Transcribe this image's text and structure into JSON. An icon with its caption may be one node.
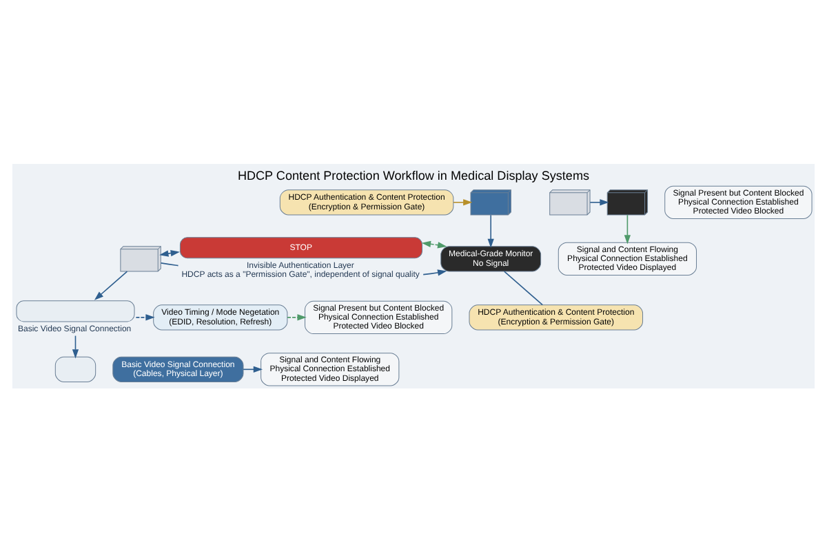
{
  "diagram": {
    "title": "HDCP Content Protection Workflow in Medical Display Systems",
    "nodes": [
      {
        "text": [],
        "shape": "picture"
      },
      {
        "text": [
          "HDCP Authentication & Content Protection",
          "(Encryption & Permission Gate)"
        ]
      },
      {
        "text": [],
        "shape": "picture"
      },
      {
        "text": [
          "STOP"
        ],
        "beside": [
          "Invisible Authentication Layer",
          "HDCP acts as a \"Permission Gate\", independent of signal quality"
        ]
      },
      {
        "text": [
          "Medical-Grade Monitor",
          "No Signal"
        ]
      },
      {
        "text": [
          "HDCP Authentication & Content Protection",
          "(Encryption & Permission Gate)"
        ]
      },
      {
        "text": [],
        "shape": "box",
        "beside": [
          "Basic Video Signal Connection"
        ]
      },
      {
        "text": [
          "Video Timing / Mode Negetation",
          "(EDID, Resolution, Refresh)"
        ]
      },
      {
        "text": [
          "Signal Present but Content Blocked",
          "Physical Connection Established",
          "Protected Video Blocked"
        ]
      },
      {
        "text": [],
        "shape": "box"
      },
      {
        "text": [
          "Basic Video Signal Connection",
          "(Cables, Physical Layer)"
        ]
      },
      {
        "text": [
          "Signal and Content Flowing",
          "Physical Connection Established",
          "Protected Video Displayed"
        ]
      },
      {
        "text": [],
        "shape": "picture"
      },
      {
        "text": [],
        "shape": "picture"
      },
      {
        "text": [
          "Signal Present but Content Blocked",
          "Physical Connection Established",
          "Protected Video Blocked"
        ]
      },
      {
        "text": [
          "Signal and Content Flowing",
          "Physical Connection Established",
          "Protected Video Displayed"
        ]
      }
    ],
    "edges": [
      {
        "from": 1,
        "to": 2,
        "arrow": "to",
        "color": "#b8902a"
      },
      {
        "from": 2,
        "to": 4,
        "arrow": "to"
      },
      {
        "from": 0,
        "to": 3,
        "arrow": "none"
      },
      {
        "from": 3,
        "to": 4,
        "arrow": "to"
      },
      {
        "from": 0,
        "to": 3,
        "arrow": "both",
        "style": "dashed"
      },
      {
        "from": 3,
        "to": 4,
        "arrow": "both",
        "style": "dashed",
        "color": "#4f9a6a"
      },
      {
        "from": 0,
        "to": 6,
        "arrow": "to"
      },
      {
        "from": 4,
        "to": 5,
        "arrow": "none"
      },
      {
        "from": 6,
        "to": 7,
        "arrow": "to",
        "style": "dashed"
      },
      {
        "from": 7,
        "to": 8,
        "arrow": "to",
        "style": "dashed",
        "color": "#4f9a6a"
      },
      {
        "from": 6,
        "to": 9,
        "arrow": "to"
      },
      {
        "from": 10,
        "to": 11,
        "arrow": "to"
      },
      {
        "from": 12,
        "to": 13,
        "arrow": "to"
      },
      {
        "from": 13,
        "to": 15,
        "arrow": "to",
        "color": "#4f9a6a"
      }
    ]
  }
}
